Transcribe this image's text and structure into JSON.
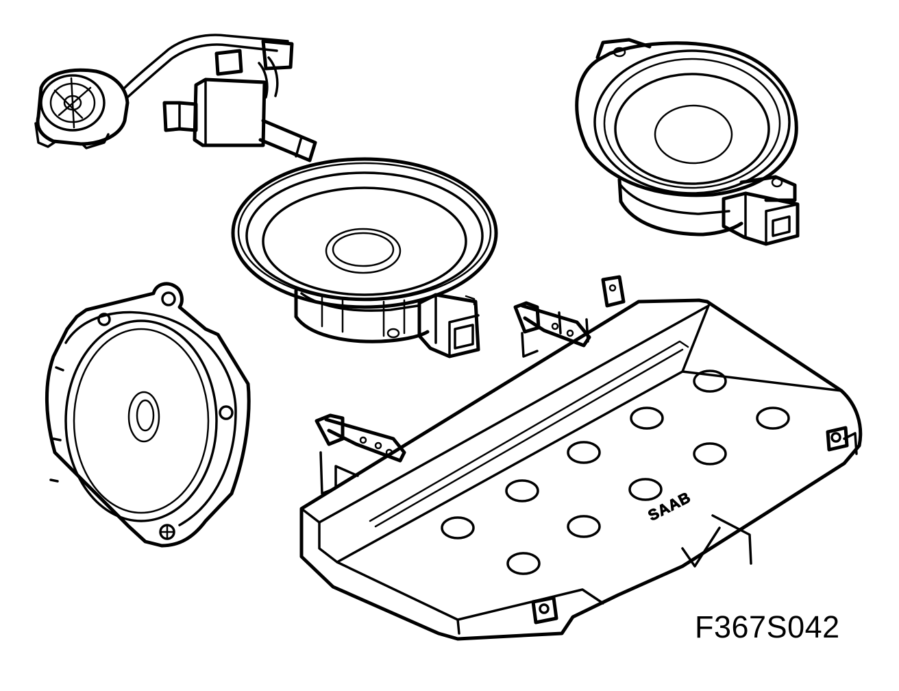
{
  "figure": {
    "code": "F367S042",
    "logo_text": "SAAB",
    "line_color": "#000000",
    "background": "#ffffff"
  },
  "components": [
    {
      "id": "tweeter",
      "icon": "tweeter-with-cable-icon"
    },
    {
      "id": "rear-round-speaker",
      "icon": "round-speaker-icon"
    },
    {
      "id": "center-round-speaker",
      "icon": "round-speaker-icon"
    },
    {
      "id": "front-door-speaker",
      "icon": "door-speaker-icon"
    },
    {
      "id": "amplifier",
      "icon": "amplifier-unit-icon"
    }
  ]
}
